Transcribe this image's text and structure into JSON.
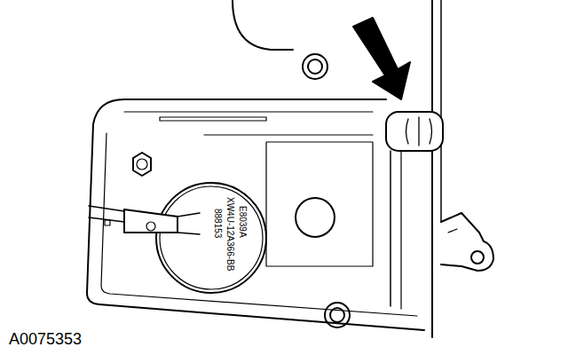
{
  "diagram": {
    "labels": [
      "E8039A",
      "XW4U-12A366-BB",
      "888153",
      "A0075353"
    ]
  }
}
